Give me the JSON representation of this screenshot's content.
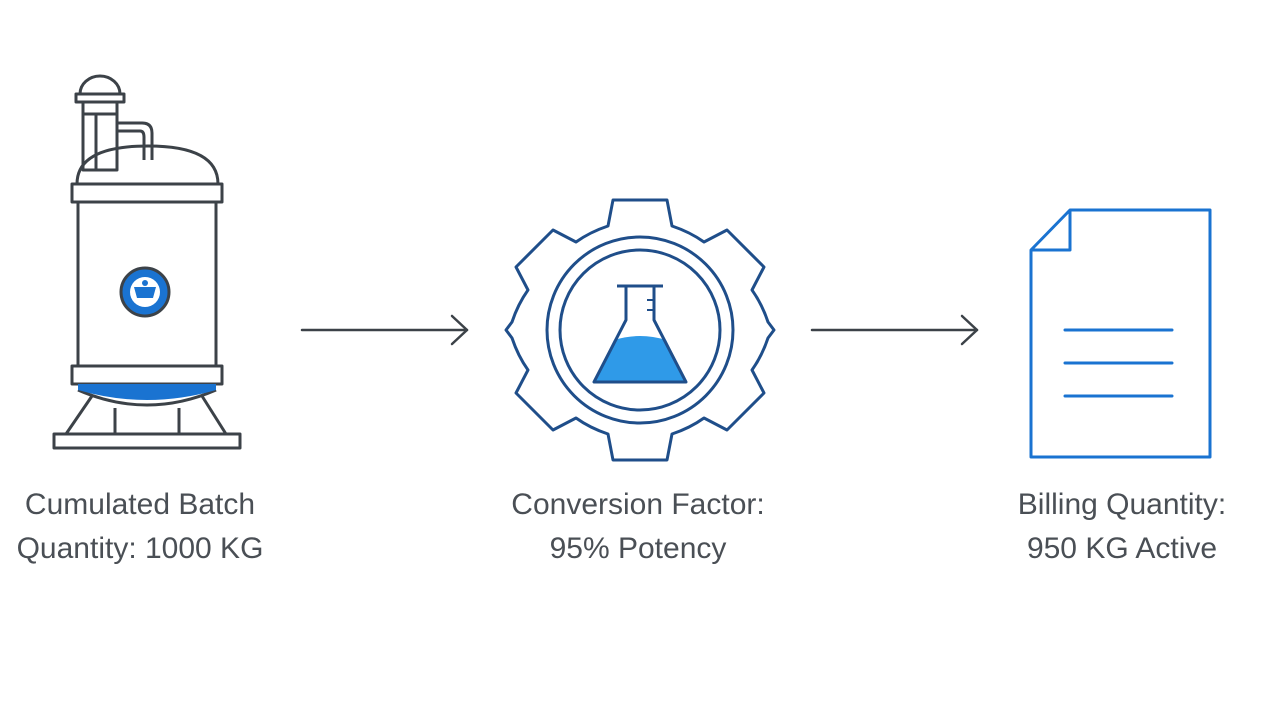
{
  "steps": [
    {
      "id": "batch",
      "icon": "reactor-vessel-icon",
      "caption_line1": "Cumulated Batch",
      "caption_line2": "Quantity: 1000 KG"
    },
    {
      "id": "conversion",
      "icon": "gear-flask-icon",
      "caption_line1": "Conversion Factor:",
      "caption_line2": "95% Potency"
    },
    {
      "id": "billing",
      "icon": "document-icon",
      "caption_line1": "Billing Quantity:",
      "caption_line2": "950 KG Active"
    }
  ],
  "connectors": [
    "arrow-right-icon",
    "arrow-right-icon"
  ],
  "colors": {
    "outline": "#3c4248",
    "accent": "#1a73d1",
    "accent_light": "#2f9ae8",
    "text": "#4a4f55",
    "background": "#ffffff"
  }
}
